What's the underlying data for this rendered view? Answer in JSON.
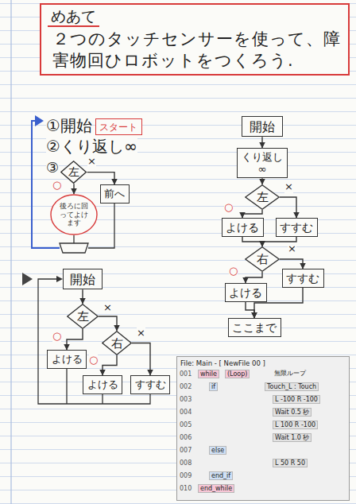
{
  "diagram": {
    "nodes": [
      {
        "text": [
          "めあて",
          "２つのタッチセンサーを使って、障害物回ひロボットをつくろう."
        ]
      },
      {
        "text": [
          "スタート"
        ]
      },
      {
        "text": [
          "左"
        ]
      },
      {
        "text": [
          "後ろに回ってよけます"
        ]
      },
      {
        "text": [
          "前へ"
        ]
      },
      {
        "text": [
          "開始"
        ]
      },
      {
        "text": [
          "くり返し∞"
        ]
      },
      {
        "text": [
          "左"
        ]
      },
      {
        "text": [
          "よける"
        ]
      },
      {
        "text": [
          "すすむ"
        ]
      },
      {
        "text": [
          "右"
        ]
      },
      {
        "text": [
          "よける"
        ]
      },
      {
        "text": [
          "すすむ"
        ]
      },
      {
        "text": [
          "ここまで"
        ]
      },
      {
        "text": [
          "開始"
        ]
      },
      {
        "text": [
          "左"
        ]
      },
      {
        "text": [
          "右"
        ]
      },
      {
        "text": [
          "よける"
        ]
      },
      {
        "text": [
          "よける"
        ]
      },
      {
        "text": [
          "すすむ"
        ]
      },
      {
        "text": [
          "File: Main - [ NewFile 00 ]"
        ]
      }
    ],
    "edges": [
      {
        "from": 2,
        "to": 3,
        "arrow": "to"
      },
      {
        "from": 2,
        "to": 4,
        "arrow": "to"
      },
      {
        "from": 5,
        "to": 6,
        "arrow": "to"
      },
      {
        "from": 6,
        "to": 7,
        "arrow": "to"
      },
      {
        "from": 7,
        "to": 8,
        "arrow": "to"
      },
      {
        "from": 7,
        "to": 9,
        "arrow": "to"
      },
      {
        "from": 8,
        "to": 10,
        "arrow": "to"
      },
      {
        "from": 9,
        "to": 10,
        "arrow": "to"
      },
      {
        "from": 10,
        "to": 11,
        "arrow": "to"
      },
      {
        "from": 10,
        "to": 12,
        "arrow": "to"
      },
      {
        "from": 11,
        "to": 13,
        "arrow": "to"
      },
      {
        "from": 12,
        "to": 13,
        "arrow": "to"
      },
      {
        "from": 14,
        "to": 15,
        "arrow": "to"
      },
      {
        "from": 15,
        "to": 17,
        "arrow": "to"
      },
      {
        "from": 15,
        "to": 16,
        "arrow": "to"
      },
      {
        "from": 16,
        "to": 18,
        "arrow": "to"
      },
      {
        "from": 16,
        "to": 19,
        "arrow": "to"
      }
    ],
    "labels": [
      "①開始",
      "②くり返し∞",
      "③",
      "×",
      "○",
      "×",
      "○",
      "×",
      "○",
      "×",
      "○",
      "×",
      "○",
      "001",
      "002",
      "003",
      "004",
      "005",
      "006",
      "007",
      "008",
      "009",
      "010",
      "while",
      "(Loop)",
      "無限ループ",
      "if",
      "Touch_L : Touch",
      "L -100 R -100",
      "Wait 0.5 秒",
      "L 100 R -100",
      "Wait 1.0 秒",
      "else",
      "L 50 R 50",
      "end_if",
      "end_while"
    ]
  }
}
